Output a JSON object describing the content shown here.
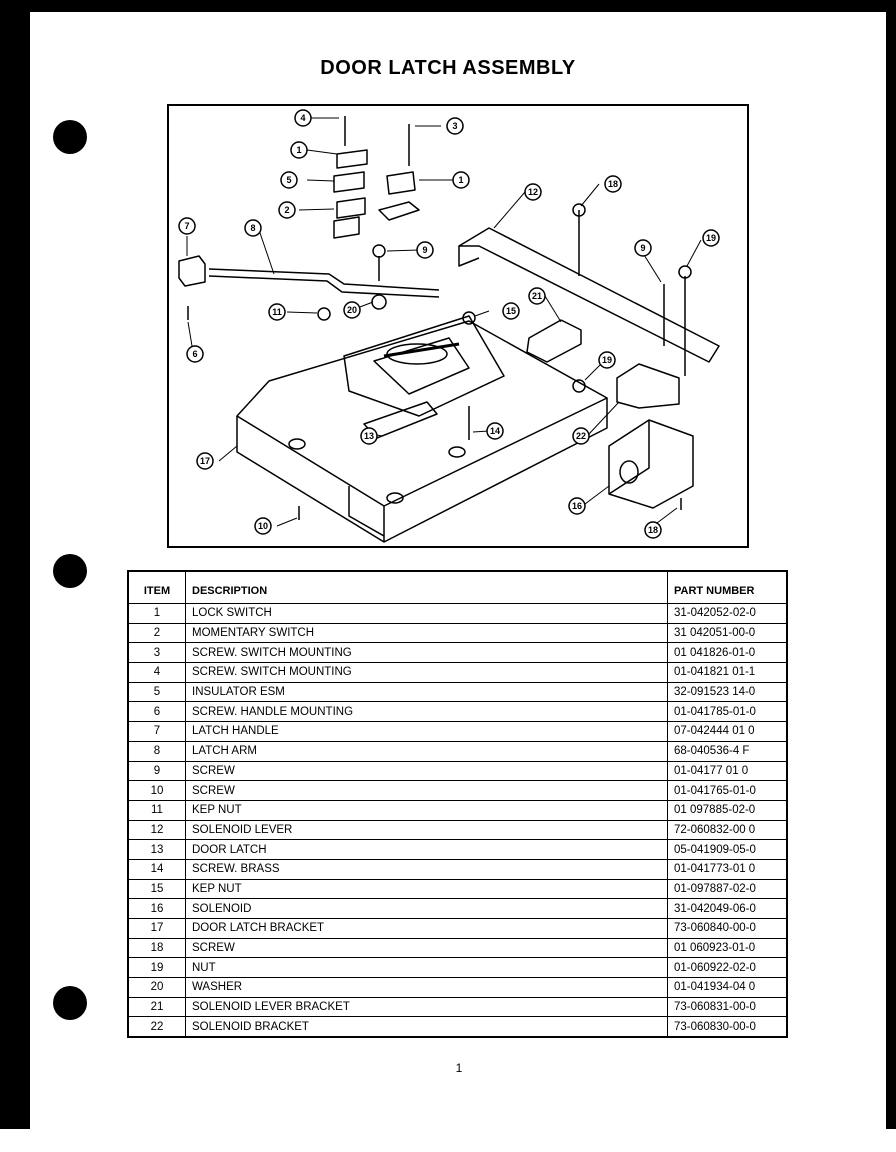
{
  "title": "DOOR LATCH ASSEMBLY",
  "diagram": {
    "callouts": [
      "4",
      "3",
      "1",
      "5",
      "1",
      "2",
      "12",
      "18",
      "7",
      "8",
      "9",
      "9",
      "19",
      "11",
      "20",
      "15",
      "21",
      "19",
      "6",
      "13",
      "14",
      "22",
      "17",
      "16",
      "10",
      "18"
    ]
  },
  "table": {
    "headers": {
      "item": "ITEM",
      "description": "DESCRIPTION",
      "part_number": "PART NUMBER"
    },
    "rows": [
      {
        "item": "1",
        "description": "LOCK SWITCH",
        "part_number": "31-042052-02-0"
      },
      {
        "item": "2",
        "description": "MOMENTARY SWITCH",
        "part_number": "31 042051-00-0"
      },
      {
        "item": "3",
        "description": "SCREW. SWITCH MOUNTING",
        "part_number": "01 041826-01-0"
      },
      {
        "item": "4",
        "description": "SCREW. SWITCH MOUNTING",
        "part_number": "01-041821 01-1"
      },
      {
        "item": "5",
        "description": "INSULATOR ESM",
        "part_number": "32-091523 14-0"
      },
      {
        "item": "6",
        "description": "SCREW. HANDLE MOUNTING",
        "part_number": "01-041785-01-0"
      },
      {
        "item": "7",
        "description": "LATCH HANDLE",
        "part_number": "07-042444 01 0"
      },
      {
        "item": "8",
        "description": "LATCH ARM",
        "part_number": "68-040536-4 F"
      },
      {
        "item": "9",
        "description": "SCREW",
        "part_number": "01-04177 01 0"
      },
      {
        "item": "10",
        "description": "SCREW",
        "part_number": "01-041765-01-0"
      },
      {
        "item": "11",
        "description": "KEP NUT",
        "part_number": "01 097885-02-0"
      },
      {
        "item": "12",
        "description": "SOLENOID LEVER",
        "part_number": "72-060832-00 0"
      },
      {
        "item": "13",
        "description": "DOOR LATCH",
        "part_number": "05-041909-05-0"
      },
      {
        "item": "14",
        "description": "SCREW. BRASS",
        "part_number": "01-041773-01 0"
      },
      {
        "item": "15",
        "description": "KEP NUT",
        "part_number": "01-097887-02-0"
      },
      {
        "item": "16",
        "description": "SOLENOID",
        "part_number": "31-042049-06-0"
      },
      {
        "item": "17",
        "description": "DOOR LATCH BRACKET",
        "part_number": "73-060840-00-0"
      },
      {
        "item": "18",
        "description": "SCREW",
        "part_number": "01 060923-01-0"
      },
      {
        "item": "19",
        "description": "NUT",
        "part_number": "01-060922-02-0"
      },
      {
        "item": "20",
        "description": "WASHER",
        "part_number": "01-041934-04 0"
      },
      {
        "item": "21",
        "description": "SOLENOID LEVER BRACKET",
        "part_number": "73-060831-00-0"
      },
      {
        "item": "22",
        "description": "SOLENOID BRACKET",
        "part_number": "73-060830-00-0"
      }
    ]
  },
  "page_number": "1"
}
